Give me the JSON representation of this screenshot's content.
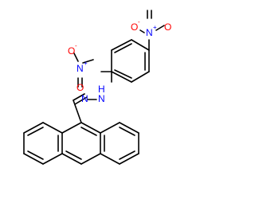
{
  "molecule": {
    "atoms": {
      "nitro_top_N": "N",
      "nitro_top_N_charge": "+",
      "nitro_top_O_minus": "O",
      "nitro_top_O_minus_charge": "-",
      "nitro_top_O": "O",
      "nitro_left_N": "N",
      "nitro_left_N_charge": "+",
      "nitro_left_O_minus": "O",
      "nitro_left_O_minus_charge": "-",
      "nitro_left_O": "O",
      "hydrazone_N": "N",
      "hydrazone_NH_N": "N",
      "hydrazone_NH_H": "H"
    },
    "colors": {
      "bond": "#000000",
      "nitrogen": "#0000ff",
      "oxygen": "#ff0000"
    }
  }
}
